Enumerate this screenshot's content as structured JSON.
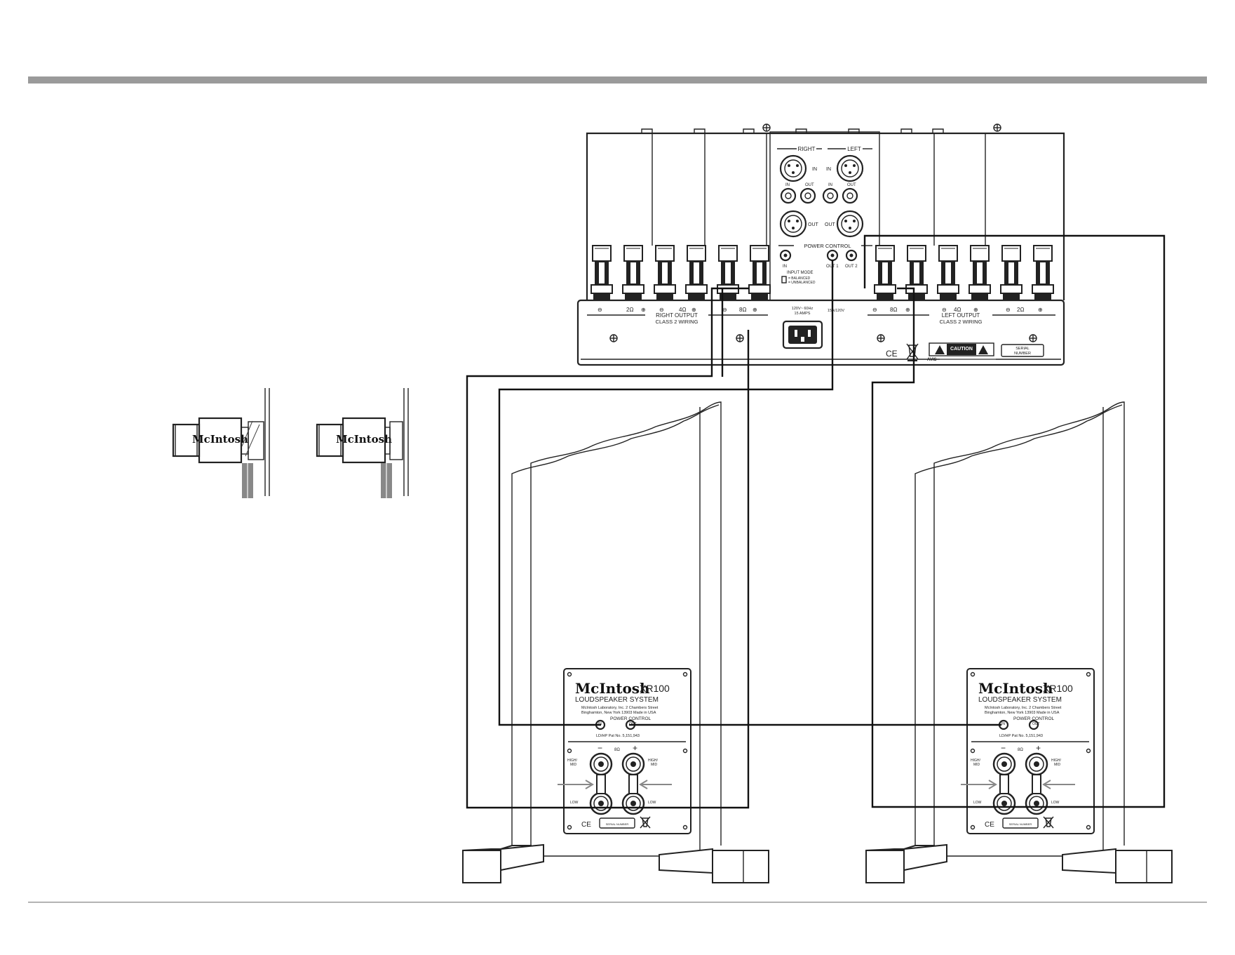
{
  "amplifier": {
    "right_label": "RIGHT",
    "left_label": "LEFT",
    "in_label": "IN",
    "out_label": "OUT",
    "power_control_label": "POWER CONTROL",
    "pc_in": "IN",
    "pc_out1": "OUT 1",
    "pc_out2": "OUT 2",
    "input_mode_label": "INPUT MODE",
    "input_mode_balanced": "= BALANCED",
    "input_mode_unbalanced": "= UNBALANCED",
    "imp_2": "2Ω",
    "imp_4": "4Ω",
    "imp_8": "8Ω",
    "right_output": "RIGHT OUTPUT",
    "left_output": "LEFT OUTPUT",
    "class2": "CLASS 2 WIRING",
    "mains_rating": "120V~ 60Hz",
    "mains_amps": "15 AMPS",
    "fuse_label": "15A/120V",
    "caution": "CAUTION",
    "avis": "AVIS",
    "serial_line1": "SERIAL",
    "serial_line2": "NUMBER",
    "ce": "CE"
  },
  "speakers": [
    {
      "brand": "McIntosh",
      "model": "XR100",
      "system": "LOUDSPEAKER SYSTEM",
      "address1": "McIntosh Laboratory, Inc. 2 Chambers Street",
      "address2": "Binghamton, New York 13903   Made in USA",
      "power_control": "POWER CONTROL",
      "pc_in": "IN",
      "pc_out": "OUT",
      "patent": "LD/HP Pat No. 5,151,943",
      "minus": "−",
      "plus": "+",
      "impedance": "8Ω",
      "high_mid": "HIGH/\nMID",
      "low": "LOW",
      "serial": "SERIAL NUMBER",
      "ce": "CE"
    },
    {
      "brand": "McIntosh",
      "model": "XR100",
      "system": "LOUDSPEAKER SYSTEM",
      "address1": "McIntosh Laboratory, Inc. 2 Chambers Street",
      "address2": "Binghamton, New York 13903   Made in USA",
      "power_control": "POWER CONTROL",
      "pc_in": "IN",
      "pc_out": "OUT",
      "patent": "LD/HP Pat No. 5,151,943",
      "minus": "−",
      "plus": "+",
      "impedance": "8Ω",
      "high_mid": "HIGH/\nMID",
      "low": "LOW",
      "serial": "SERIAL NUMBER",
      "ce": "CE"
    }
  ],
  "terminal_detail": {
    "brand": "McIntosh"
  }
}
